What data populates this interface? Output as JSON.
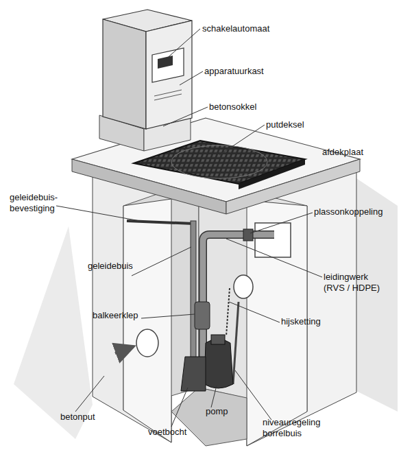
{
  "diagram": {
    "labels": [
      "schakelautomaat",
      "apparatuurkast",
      "betonsokkel",
      "putdeksel",
      "afdekplaat",
      "geleidebuis- bevestiging",
      "plassonkoppeling",
      "geleidebuis",
      "leidingwerk (RVS / HDPE)",
      "balkeerklep",
      "hijsketting",
      "betonput",
      "voetbocht",
      "pomp",
      "niveauregeling borrelbuis"
    ]
  }
}
